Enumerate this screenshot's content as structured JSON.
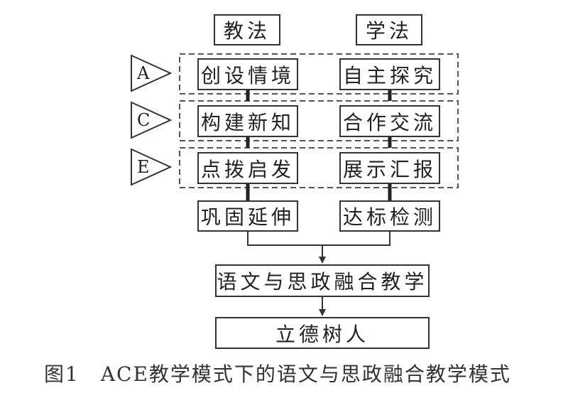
{
  "columns": {
    "teaching_header": "教法",
    "learning_header": "学法"
  },
  "stages": [
    {
      "tag": "A",
      "teaching": "创设情境",
      "learning": "自主探究"
    },
    {
      "tag": "C",
      "teaching": "构建新知",
      "learning": "合作交流"
    },
    {
      "tag": "E",
      "teaching": "点拨启发",
      "learning": "展示汇报"
    }
  ],
  "consolidation": {
    "teaching": "巩固延伸",
    "learning": "达标检测"
  },
  "integration": "语文与思政融合教学",
  "goal": "立德树人",
  "caption": "图1　ACE教学模式下的语文与思政融合教学模式"
}
